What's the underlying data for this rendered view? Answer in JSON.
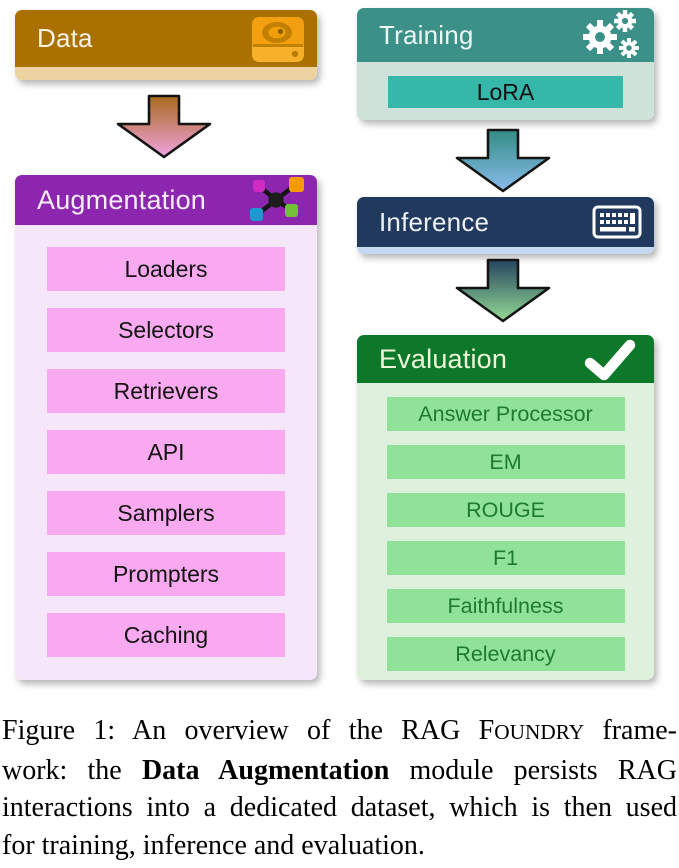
{
  "figure": {
    "modules": {
      "data": {
        "title": "Data",
        "icon": "hard-drive"
      },
      "training": {
        "title": "Training",
        "icon": "gears",
        "items": [
          "LoRA"
        ]
      },
      "augmentation": {
        "title": "Augmentation",
        "icon": "network-molecule",
        "items": [
          "Loaders",
          "Selectors",
          "Retrievers",
          "API",
          "Samplers",
          "Prompters",
          "Caching"
        ]
      },
      "inference": {
        "title": "Inference",
        "icon": "keyboard"
      },
      "evaluation": {
        "title": "Evaluation",
        "icon": "checkmark",
        "items": [
          "Answer Processor",
          "EM",
          "ROUGE",
          "F1",
          "Faithfulness",
          "Relevancy"
        ]
      }
    },
    "colors": {
      "data_header": "#ab7100",
      "data_body": "#eed3a2",
      "data_icon": "#f2a00f",
      "training_header": "#3b9187",
      "training_body": "#cfe2d9",
      "lora_item": "#35b7aa",
      "augmentation_header": "#8c26ae",
      "augmentation_body": "#f6e6f9",
      "augmentation_item": "#f8a9ef",
      "inference_header": "#20395c",
      "inference_body": "#c5d8ef",
      "evaluation_header": "#0d7829",
      "evaluation_body": "#def1dc",
      "evaluation_item": "#8fe297",
      "evaluation_item_text": "#1e7b2e",
      "arrow_data_to_augmentation": [
        "#a96a1c",
        "#f0a2e0"
      ],
      "arrow_training_to_inference": [
        "#328c84",
        "#8abcec"
      ],
      "arrow_inference_to_evaluation": [
        "#26455f",
        "#93da94"
      ]
    }
  },
  "caption": {
    "line1_a": "Figure 1: An overview of the RAG F",
    "line1_smallcaps": "OUNDRY",
    "line1_b": " frame-",
    "line2_a": "work: the ",
    "line2_bold": "Data Augmentation",
    "line2_b": " module persists RAG",
    "line3": "interactions into a dedicated dataset, which is then used",
    "line4": "for training, inference and evaluation."
  }
}
